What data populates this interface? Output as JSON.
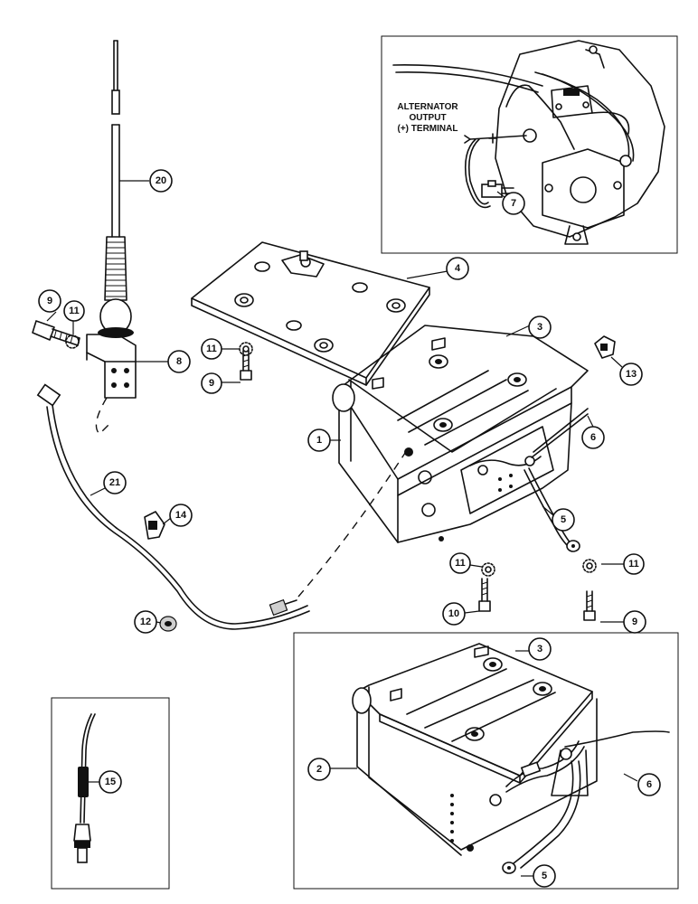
{
  "inset_top": {
    "label_lines": [
      "ALTERNATOR",
      "OUTPUT",
      "(+) TERMINAL"
    ]
  },
  "callouts": [
    {
      "id": "c20",
      "num": "20"
    },
    {
      "id": "c9a",
      "num": "9"
    },
    {
      "id": "c11a",
      "num": "11"
    },
    {
      "id": "c8",
      "num": "8"
    },
    {
      "id": "c4",
      "num": "4"
    },
    {
      "id": "c7",
      "num": "7"
    },
    {
      "id": "c3a",
      "num": "3"
    },
    {
      "id": "c11b",
      "num": "11"
    },
    {
      "id": "c9b",
      "num": "9"
    },
    {
      "id": "c13",
      "num": "13"
    },
    {
      "id": "c1",
      "num": "1"
    },
    {
      "id": "c6a",
      "num": "6"
    },
    {
      "id": "c21",
      "num": "21"
    },
    {
      "id": "c5a",
      "num": "5"
    },
    {
      "id": "c14",
      "num": "14"
    },
    {
      "id": "c11c",
      "num": "11"
    },
    {
      "id": "c11d",
      "num": "11"
    },
    {
      "id": "c10",
      "num": "10"
    },
    {
      "id": "c9c",
      "num": "9"
    },
    {
      "id": "c12",
      "num": "12"
    },
    {
      "id": "c3b",
      "num": "3"
    },
    {
      "id": "c2",
      "num": "2"
    },
    {
      "id": "c6b",
      "num": "6"
    },
    {
      "id": "c15",
      "num": "15"
    },
    {
      "id": "c5b",
      "num": "5"
    }
  ]
}
